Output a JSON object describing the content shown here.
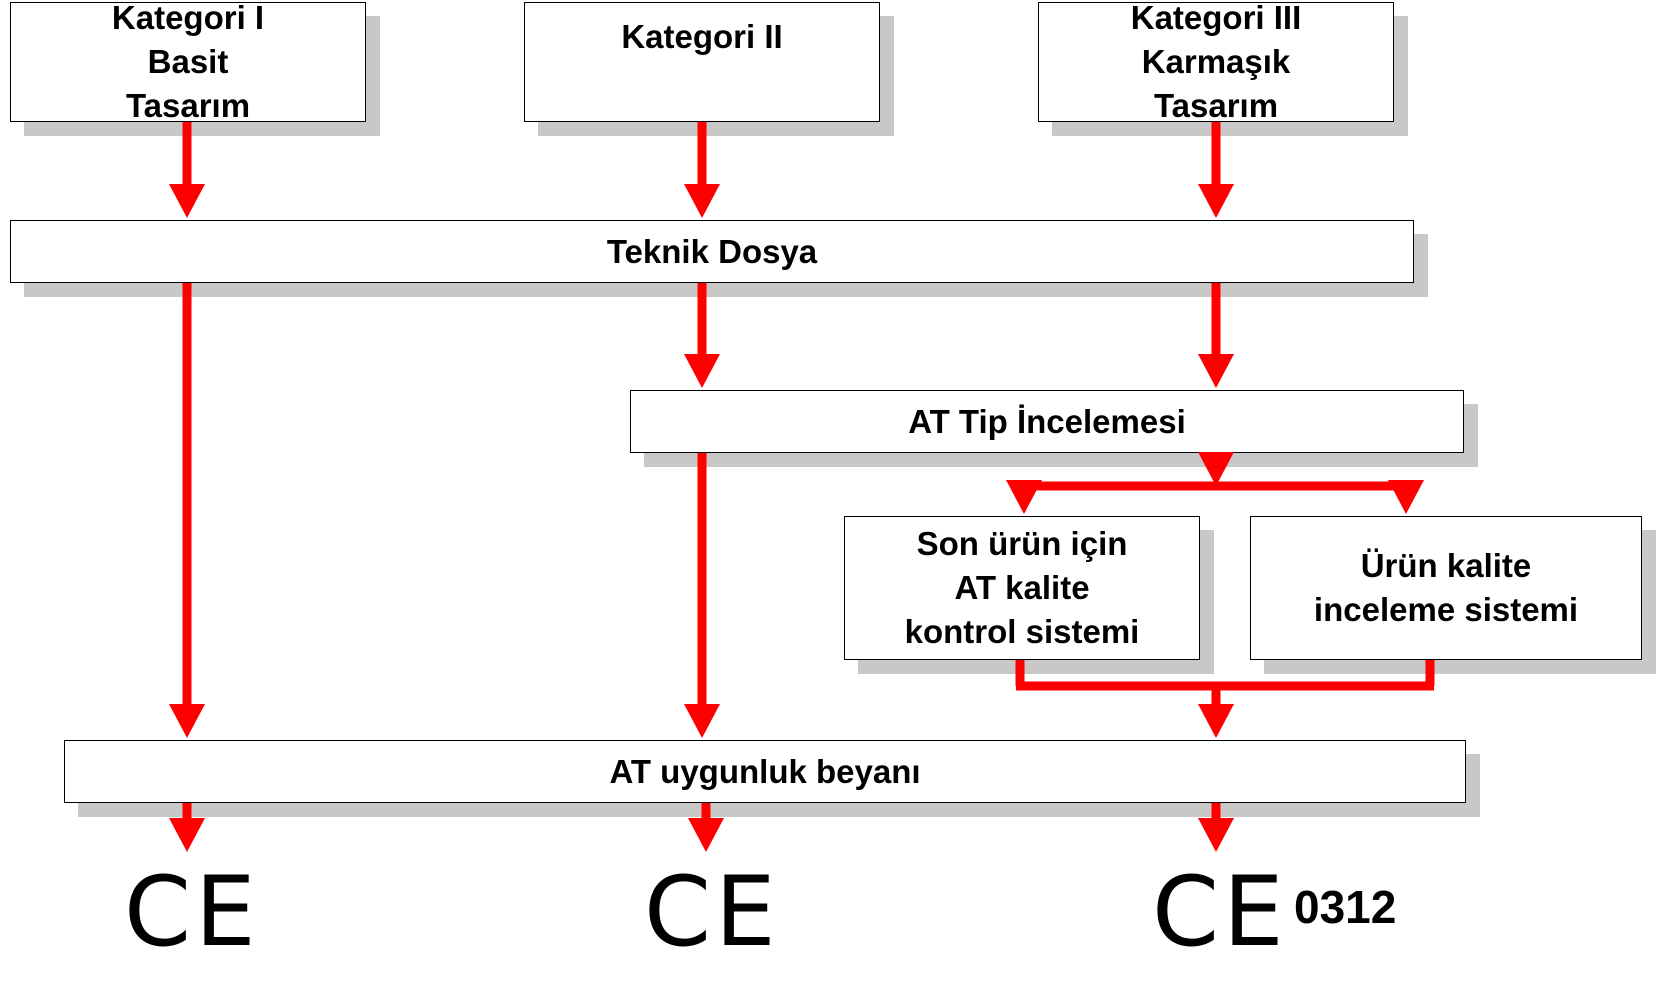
{
  "colors": {
    "arrow": "#ff0000",
    "box_border": "#000000",
    "shadow": "#c8c8c8",
    "text": "#000000"
  },
  "boxes": {
    "cat1": {
      "line1": "Kategori I",
      "line2": "Basit",
      "line3": "Tasarım"
    },
    "cat2": {
      "line1": "Kategori II"
    },
    "cat3": {
      "line1": "Kategori III",
      "line2": "Karmaşık",
      "line3": "Tasarım"
    },
    "teknik": {
      "label": "Teknik Dosya"
    },
    "tip": {
      "label": "AT Tip İncelemesi"
    },
    "son": {
      "line1": "Son ürün için",
      "line2": "AT kalite",
      "line3": "kontrol sistemi"
    },
    "urun": {
      "line1": "Ürün kalite",
      "line2": "inceleme sistemi"
    },
    "beyan": {
      "label": "AT uygunluk beyanı"
    }
  },
  "marks": {
    "ce_symbol": "CE",
    "notified_body": "0312"
  }
}
